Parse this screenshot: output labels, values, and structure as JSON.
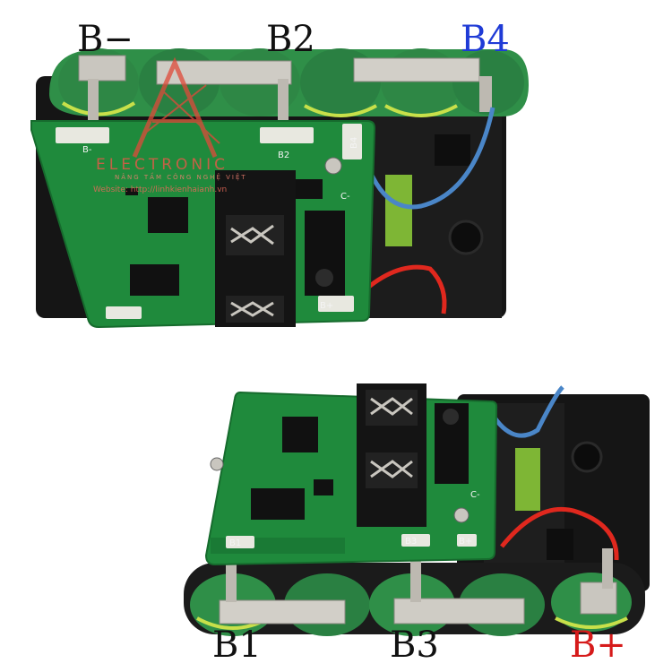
{
  "colors": {
    "pcb": "#1f8a3c",
    "pcb_dark": "#166b2d",
    "battery_wrap": "#2f8f48",
    "battery_black": "#1b1b1b",
    "holder": "#151515",
    "nickel": "#c9c6bf",
    "wire_blue": "#4a86c8",
    "wire_red": "#e0281e",
    "cell_green": "#8fd13a",
    "label_black": "#111111",
    "label_blue": "#1f3bd6",
    "label_red": "#d61a1a",
    "watermark": "#e04a3a"
  },
  "top_labels": {
    "b_minus": "B−",
    "b2": "B2",
    "b4": "B4"
  },
  "bottom_labels": {
    "b1": "B1",
    "b3": "B3",
    "b_plus": "B+"
  },
  "pcb_silkscreen_top": {
    "pad_bminus": "B-",
    "pad_b2": "B2",
    "pad_b4": "B4",
    "pad_c": "C-",
    "pad_bplus": "B+"
  },
  "pcb_silkscreen_bottom": {
    "pad_b1": "B1",
    "pad_b3": "B3",
    "pad_bplus": "B+",
    "pad_c": "C-"
  },
  "watermark": {
    "brand": "ELECTRONIC",
    "tagline": "NÂNG TẦM CÔNG NGHỆ VIỆT",
    "website": "Website: http://linhkienhaianh.vn"
  }
}
